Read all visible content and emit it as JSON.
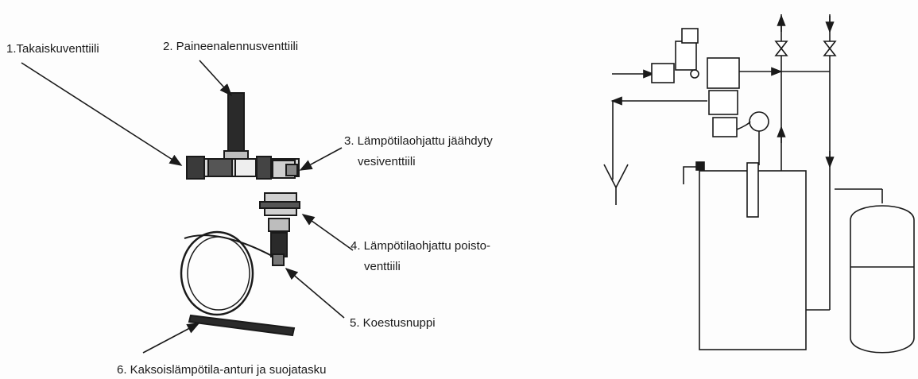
{
  "labels": {
    "takaiskuventtiili": "1.Takaiskuventtiili",
    "paineenalennus": "2. Paineenalennusventtiili",
    "lampotila_jaahdyty_1": "3. Lämpötilaohjattu jäähdyty",
    "lampotila_jaahdyty_2": "vesiventtiili",
    "poisto_1": "4. Lämpötilaohjattu poisto-",
    "poisto_2": "venttiili",
    "koestusnuppi": "5. Koestusnuppi",
    "anturi": "6. Kaksoislämpötila-anturi ja suojatasku"
  },
  "colors": {
    "ink": "#1a1a1a",
    "paper": "#fdfdfd"
  }
}
